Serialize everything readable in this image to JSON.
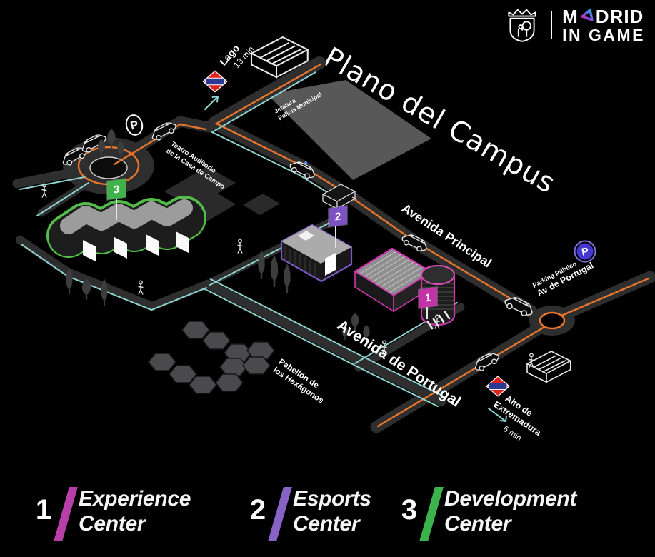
{
  "header": {
    "brand_m": "M",
    "brand_drid": "DRID",
    "brand_line2": "IN GAME"
  },
  "title": "Plano del Campus",
  "map": {
    "stations": {
      "lago": {
        "name": "Lago",
        "time": "13 min"
      },
      "alto": {
        "line1": "Alto de",
        "line2": "Extremadura",
        "time": "6 min"
      }
    },
    "labels": {
      "jefatura_line1": "Jefatura",
      "jefatura_line2": "Policía Municipal",
      "teatro_line1": "Teatro Auditorio",
      "teatro_line2": "de la Casa de Campo",
      "avenida_principal": "Avenida Principal",
      "avenida_portugal": "Avenida de Portugal",
      "pabellon_line1": "Pabellón de",
      "pabellon_line2": "los Hexágonos",
      "parking_line1": "Parking Público",
      "parking_line2": "Av de Portugal",
      "parking_symbol": "P"
    },
    "markers": [
      {
        "num": "1",
        "color": "#c332a6"
      },
      {
        "num": "2",
        "color": "#7d52c4"
      },
      {
        "num": "3",
        "color": "#3fb24a"
      }
    ]
  },
  "legend": {
    "items": [
      {
        "num": "1",
        "line1": "Experience",
        "line2": "Center",
        "color": "#b83fa8"
      },
      {
        "num": "2",
        "line1": "Esports",
        "line2": "Center",
        "color": "#8763c6"
      },
      {
        "num": "3",
        "line1": "Development",
        "line2": "Center",
        "color": "#3cb24c"
      }
    ]
  },
  "colors": {
    "background": "#000000",
    "road": "#2e2e2e",
    "accent_orange": "#e8762c",
    "accent_cyan": "#8fd4d2",
    "metro_red": "#e32119",
    "metro_blue": "#2b3990",
    "parking_blue": "#4538d1",
    "building_gray": "#595959"
  }
}
